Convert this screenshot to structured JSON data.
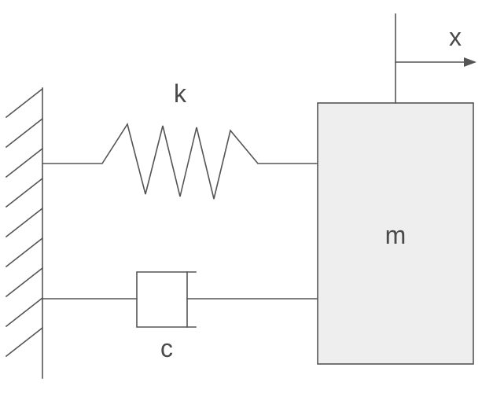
{
  "labels": {
    "spring": "k",
    "damper": "c",
    "mass": "m",
    "displacement": "x"
  },
  "colors": {
    "line": "#555555",
    "mass_fill": "#eeeeee",
    "text": "#4a4a4a"
  }
}
